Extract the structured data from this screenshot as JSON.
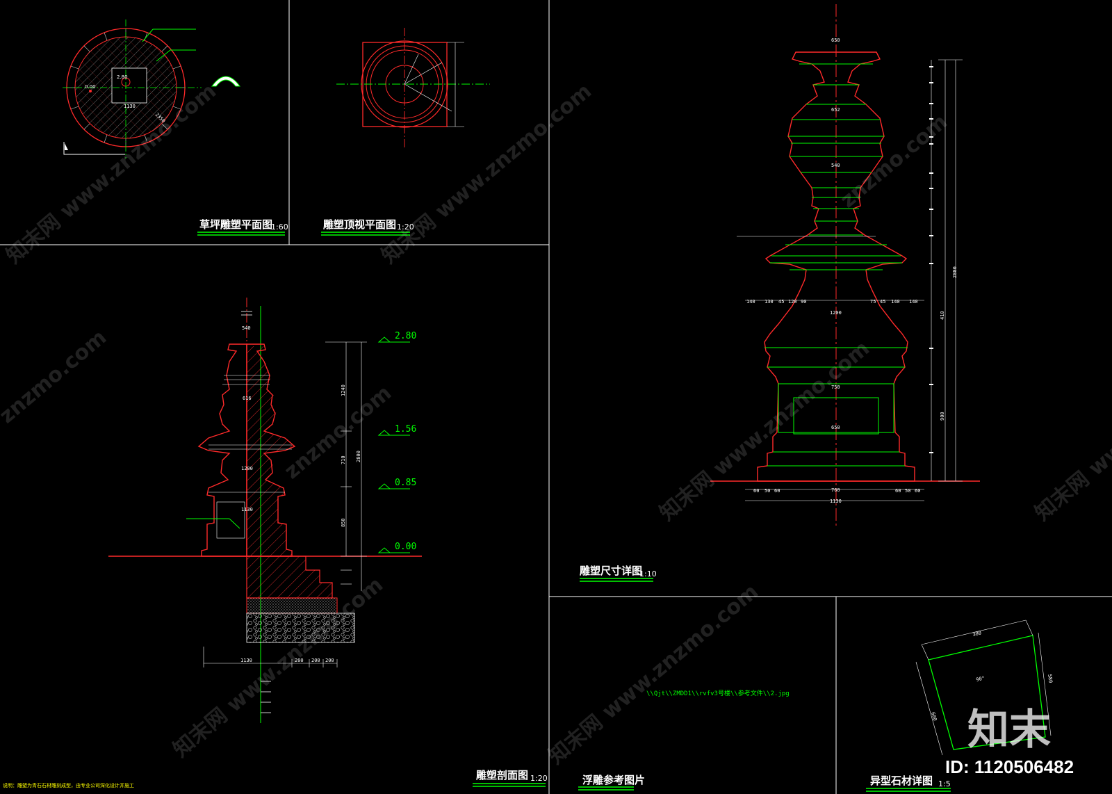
{
  "titles": {
    "lawn_plan": "草坪雕塑平面图",
    "lawn_plan_scale": "1:60",
    "top_plan": "雕塑顶视平面图",
    "top_plan_scale": "1:20",
    "section": "雕塑剖面图",
    "section_scale": "1:20",
    "detail": "雕塑尺寸详图",
    "detail_scale": "1:10",
    "relief": "浮雕参考图片",
    "stone": "异型石材详图",
    "stone_scale": "1:5"
  },
  "levels": [
    "2.80",
    "1.56",
    "0.85",
    "0.00"
  ],
  "plan_marks": {
    "center_level": "2.80",
    "side_level": "0.00",
    "dim_1130": "1130",
    "dim_2350": "2350"
  },
  "section_dims": {
    "top": "540",
    "mid1": "616",
    "width_1200": "1200",
    "width_1130": "1130",
    "base_1130": "1130",
    "d200a": "200",
    "d200b": "200",
    "d200c": "200",
    "v1240": "1240",
    "v710": "710",
    "v850": "850",
    "v2800": "2800"
  },
  "detail_dims": {
    "top_width": "650",
    "w652": "652",
    "w540": "540",
    "w1200": "1200",
    "w750": "750",
    "w650": "650",
    "w760": "760",
    "w1130": "1130",
    "h2800": "2800",
    "h410": "410",
    "h900": "900",
    "left_row": [
      "140",
      "130",
      "45",
      "120",
      "90"
    ],
    "right_row": [
      "75",
      "45",
      "140",
      "140"
    ],
    "base_row": [
      "60",
      "50",
      "60",
      "760",
      "60",
      "50",
      "60"
    ]
  },
  "stone_dims": {
    "top": "380",
    "angle": "90°",
    "left": "600",
    "right": "580"
  },
  "note": "说明：雕塑为青石石材雕刻成型，由专业公司深化设计并施工",
  "path_text": "\\\\Qjt\\\\ZMDD1\\\\rvfv3号楼\\\\参考文件\\\\2.jpg",
  "watermark": "znzmo.com",
  "watermark_cn": "知末网 www.znzmo.com",
  "logo_text": "知末",
  "id_text": "ID: 1120506482"
}
